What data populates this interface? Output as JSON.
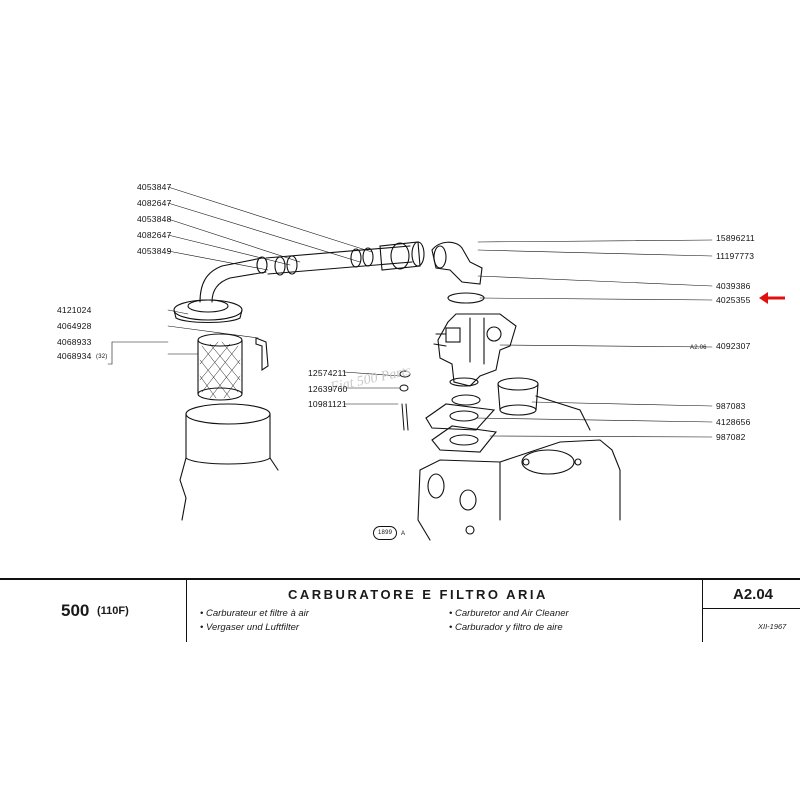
{
  "left_labels": {
    "l1": "4053847",
    "l2": "4082647",
    "l3": "4053848",
    "l4": "4082647",
    "l5": "4053849",
    "l6": "4121024",
    "l7": "4064928",
    "l8": "4068933",
    "l9": "4068934",
    "l9_qty": "(32)"
  },
  "center_labels": {
    "c1": "12574211",
    "c2": "12639760",
    "c3": "10981121"
  },
  "right_labels": {
    "r1": "15896211",
    "r2": "11197773",
    "r3": "4039386",
    "r4": "4025355",
    "r5_ref": "A2.06",
    "r5": "4092307",
    "r6": "987083",
    "r7": "4128656",
    "r8": "987082"
  },
  "figure_ref": {
    "number": "1899",
    "suffix": "A"
  },
  "watermark": "Fiat 500 Parts",
  "title_block": {
    "model": "500",
    "model_code": "(110F)",
    "title": "CARBURATORE E FILTRO ARIA",
    "fr": "Carburateur et filtre à air",
    "de": "Vergaser und Luftfilter",
    "en": "Carburetor and Air Cleaner",
    "es": "Carburador y filtro de aire",
    "page": "A2.04",
    "date": "XII-1967"
  },
  "colors": {
    "arrow": "#e01010",
    "ink": "#111111"
  }
}
